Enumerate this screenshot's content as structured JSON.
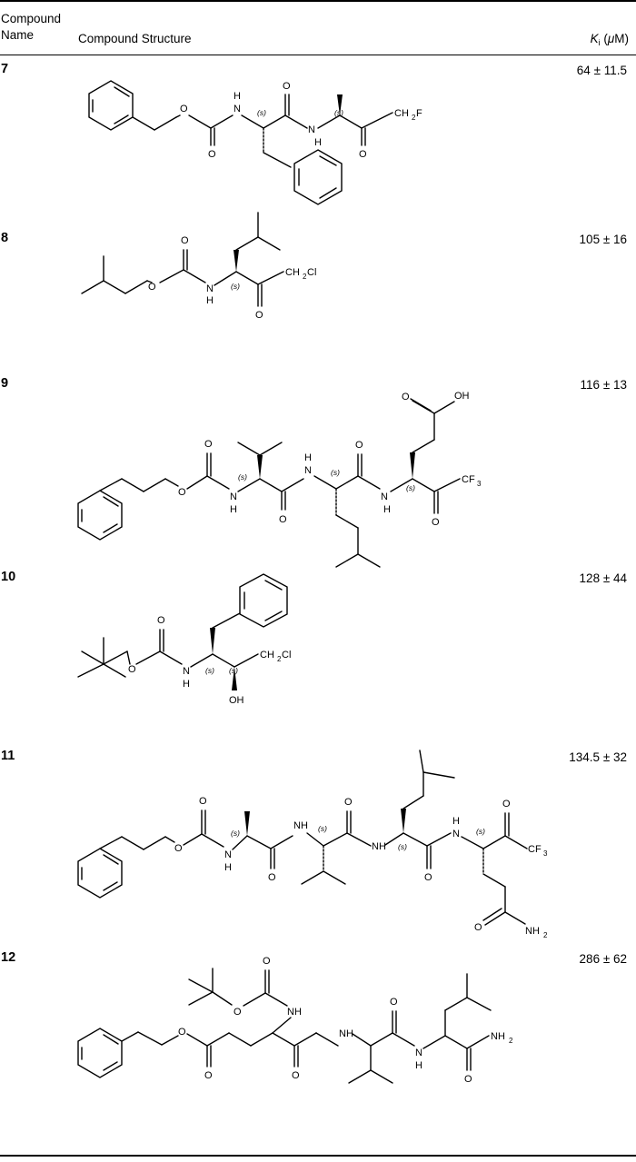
{
  "header": {
    "col_name_line1": "Compound",
    "col_name_line2": "Name",
    "col_structure": "Compound Structure",
    "col_ki_k": "K",
    "col_ki_sub": "i",
    "col_ki_unit_open": " (",
    "col_ki_mu": "μ",
    "col_ki_unit_close": "M)"
  },
  "rows": [
    {
      "id": "7",
      "ki": "64 ± 11.5"
    },
    {
      "id": "8",
      "ki": "105 ± 16"
    },
    {
      "id": "9",
      "ki": "116 ± 13"
    },
    {
      "id": "10",
      "ki": "128 ± 44"
    },
    {
      "id": "11",
      "ki": "134.5 ± 32"
    },
    {
      "id": "12",
      "ki": "286 ± 62"
    }
  ],
  "labels": {
    "N": "N",
    "H": "H",
    "O": "O",
    "OH": "OH",
    "NH": "NH",
    "s": "(s)",
    "CH2": "CH",
    "sub2": "2",
    "F": "F",
    "Cl": "Cl",
    "CF": "CF",
    "sub3": "3",
    "NH2": "NH"
  }
}
